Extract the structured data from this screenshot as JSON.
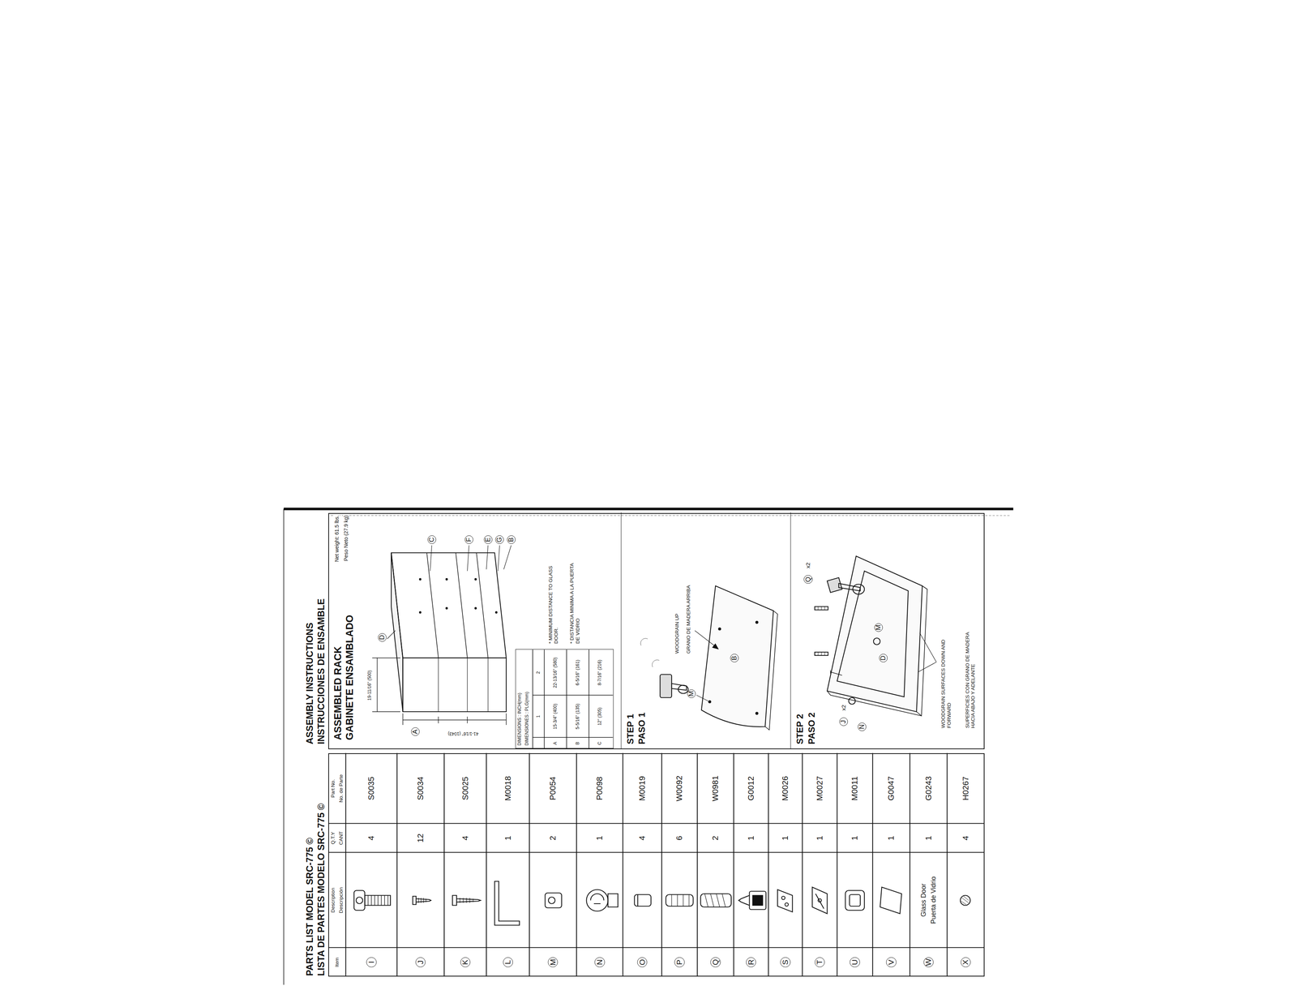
{
  "diagram": {
    "nodes": [
      {
        "text": [
          "PARTS LIST MODEL SRC-775 ©",
          "LISTA DE PARTES MODELO SRC-775 ©"
        ]
      },
      {
        "text": [
          "ASSEMBLY INSTRUCTIONS",
          "INSTRUCCIONES DE ENSAMBLE"
        ]
      },
      {
        "text": [
          "ASSEMBLED RACK",
          "GABINETE ENSAMBLADO"
        ],
        "in": 1
      },
      {
        "text": [
          "DIMENSIONS : INCH(mm)",
          "DIMENSIONES : PLG(mm)"
        ],
        "in": 2
      },
      {
        "text": [
          "STEP 1",
          "PASO 1"
        ],
        "in": 1
      },
      {
        "text": [
          "STEP 2",
          "PASO 2"
        ],
        "in": 1
      }
    ],
    "labels": [
      "Item",
      "Description",
      "Descripción",
      "Q.T.Y",
      "CANT",
      "Part No.",
      "No. de Parte",
      "I",
      "4",
      "S0035",
      "J",
      "12",
      "S0034",
      "K",
      "4",
      "S0025",
      "L",
      "1",
      "M0018",
      "M",
      "2",
      "P0054",
      "N",
      "1",
      "P0098",
      "O",
      "4",
      "M0019",
      "P",
      "6",
      "W0092",
      "Q",
      "2",
      "W0981",
      "R",
      "1",
      "G0012",
      "S",
      "1",
      "M0026",
      "T",
      "1",
      "M0027",
      "U",
      "1",
      "M0011",
      "V",
      "1",
      "G0047",
      "W",
      "Glass Door",
      "Puerta de Vidrio",
      "1",
      "G0243",
      "X",
      "4",
      "H0267",
      "Net weight: 61.5 lbs.",
      "Peso Neto (27.9 kg)",
      "1",
      "2",
      "A",
      "15-3/4\" (400)",
      "22-13/16\" (580)",
      "B",
      "5-5/16\" (135)",
      "6-5/16\" (161)",
      "C",
      "12\" (305)",
      "8-7/16\" (216)",
      "* MINIMUM DISTANCE TO GLASS DOOR.",
      "* DISTANCIA MINIMA A LA PUERTA DE VIDRIO",
      "A",
      "D",
      "C",
      "F",
      "E",
      "G",
      "B",
      "41-1/16\" (1043)",
      "19-11/16\" (500)",
      "WOODGRAIN UP",
      "GRANO DE MADERA ARRIBA",
      "B",
      "M",
      "Q",
      "x2",
      "J",
      "x2",
      "N",
      "M",
      "D",
      "WOODGRAIN SURFACES DOWN AND FORWARD",
      "SUPERFICIES CON GRANO DE MADERA HACIA ABAJO Y ADELANTE"
    ]
  }
}
